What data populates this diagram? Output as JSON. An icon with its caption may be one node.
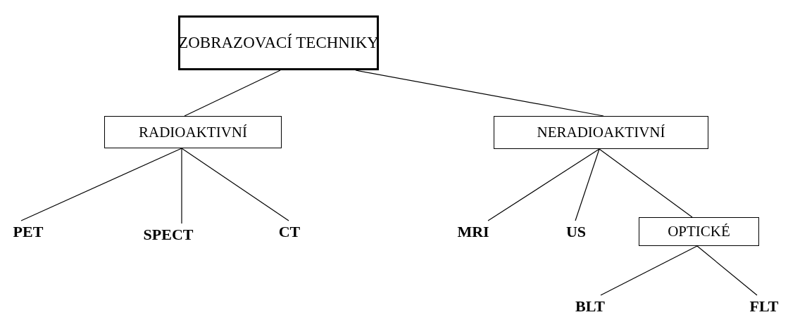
{
  "diagram": {
    "nodes": [
      {
        "text": [
          "ZOBRAZOVACÍ TECHNIKY"
        ]
      },
      {
        "text": [
          "RADIOAKTIVNÍ"
        ]
      },
      {
        "text": [
          "NERADIOAKTIVNÍ"
        ]
      },
      {
        "text": [
          "PET"
        ]
      },
      {
        "text": [
          "SPECT"
        ]
      },
      {
        "text": [
          "CT"
        ]
      },
      {
        "text": [
          "MRI"
        ]
      },
      {
        "text": [
          "US"
        ]
      },
      {
        "text": [
          "OPTICKÉ"
        ]
      },
      {
        "text": [
          "BLT"
        ]
      },
      {
        "text": [
          "FLT"
        ]
      }
    ],
    "edges": [
      {
        "from": 0,
        "to": 1,
        "arrow": "none"
      },
      {
        "from": 0,
        "to": 2,
        "arrow": "none"
      },
      {
        "from": 1,
        "to": 3,
        "arrow": "none"
      },
      {
        "from": 1,
        "to": 4,
        "arrow": "none"
      },
      {
        "from": 1,
        "to": 5,
        "arrow": "none"
      },
      {
        "from": 2,
        "to": 6,
        "arrow": "none"
      },
      {
        "from": 2,
        "to": 7,
        "arrow": "none"
      },
      {
        "from": 2,
        "to": 8,
        "arrow": "none"
      },
      {
        "from": 8,
        "to": 9,
        "arrow": "none"
      },
      {
        "from": 8,
        "to": 10,
        "arrow": "none"
      }
    ]
  }
}
